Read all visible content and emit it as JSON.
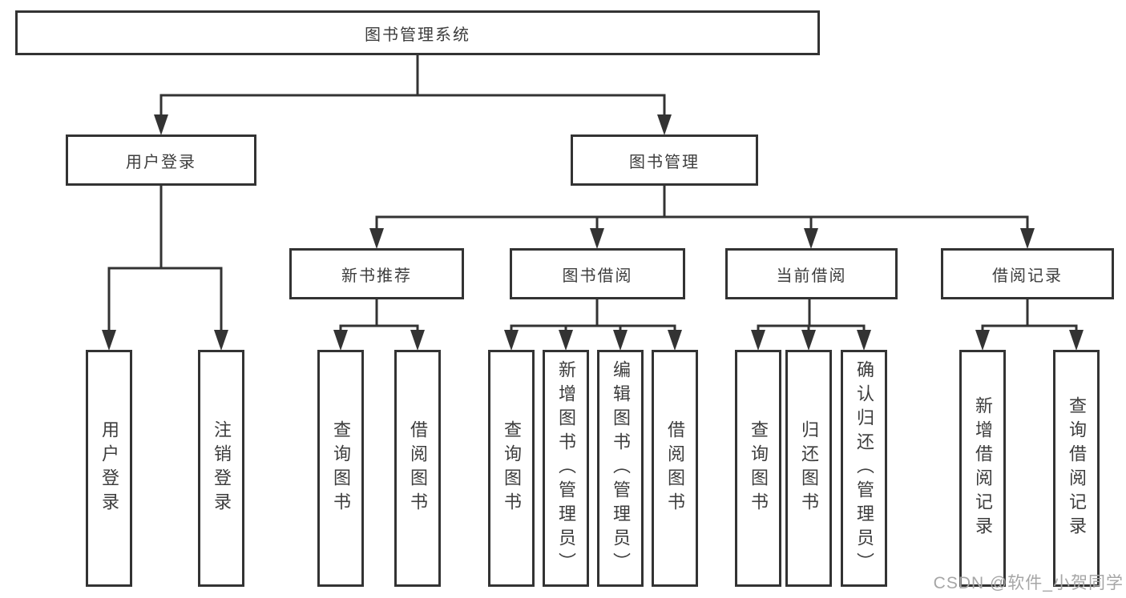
{
  "diagram_title": "图书管理系统",
  "colors": {
    "line": "#333333",
    "text": "#3d3d3d",
    "watermark": "#a6a6a6",
    "background": "#ffffff"
  },
  "nodes": {
    "root": {
      "label": "图书管理系统"
    },
    "user_login": {
      "label": "用户登录"
    },
    "book_mgmt": {
      "label": "图书管理"
    },
    "new_book_rec": {
      "label": "新书推荐"
    },
    "book_borrow": {
      "label": "图书借阅"
    },
    "current_borrow": {
      "label": "当前借阅"
    },
    "borrow_records": {
      "label": "借阅记录"
    },
    "leaf_user_login": {
      "label": "用户登录"
    },
    "leaf_logout": {
      "label": "注销登录"
    },
    "rec_query_books": {
      "label": "查询图书"
    },
    "rec_borrow_books": {
      "label": "借阅图书"
    },
    "bb_query_books": {
      "label": "查询图书"
    },
    "bb_add_books": {
      "label": "新增图书（管理员）"
    },
    "bb_edit_books": {
      "label": "编辑图书（管理员）"
    },
    "bb_borrow_books": {
      "label": "借阅图书"
    },
    "cb_query_books": {
      "label": "查询图书"
    },
    "cb_return_books": {
      "label": "归还图书"
    },
    "cb_confirm_return": {
      "label": "确认归还（管理员）"
    },
    "br_add_record": {
      "label": "新增借阅记录"
    },
    "br_query_record": {
      "label": "查询借阅记录"
    }
  },
  "watermark": {
    "text": "CSDN @软件_小贺同学"
  }
}
